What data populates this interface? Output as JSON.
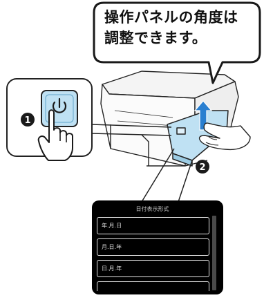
{
  "callout": {
    "text_line1": "操作パネルの角度は",
    "text_line2": "調整できます。"
  },
  "steps": {
    "step1": "1",
    "step2": "2"
  },
  "lcd": {
    "title": "日付表示形式",
    "rows": [
      "年.月.日",
      "月.日.年",
      "日.月.年"
    ]
  },
  "colors": {
    "power_button_bg": "#bfe1f3",
    "ink": "#1a1a1a",
    "callout_border": "#000000",
    "lcd_bg": "#000000"
  },
  "icons": [
    "power-icon",
    "hand-pointer-icon",
    "hand-lifting-icon",
    "up-arrow-icon"
  ]
}
